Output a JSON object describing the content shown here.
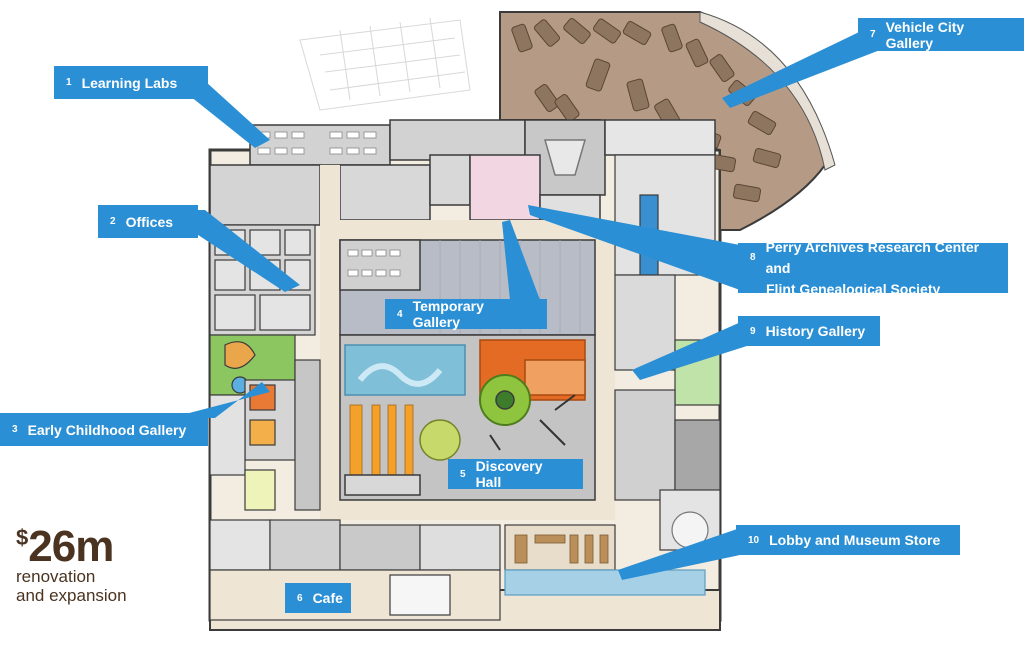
{
  "callouts": [
    {
      "id": "learning-labs",
      "number": "1",
      "label": "Learning Labs"
    },
    {
      "id": "offices",
      "number": "2",
      "label": "Offices"
    },
    {
      "id": "early-childhood-gallery",
      "number": "3",
      "label": "Early Childhood Gallery"
    },
    {
      "id": "temporary-gallery",
      "number": "4",
      "label": "Temporary Gallery"
    },
    {
      "id": "discovery-hall",
      "number": "5",
      "label": "Discovery Hall"
    },
    {
      "id": "cafe",
      "number": "6",
      "label": "Cafe"
    },
    {
      "id": "vehicle-city-gallery",
      "number": "7",
      "label": "Vehicle City Gallery"
    },
    {
      "id": "perry-archives",
      "number": "8",
      "label_line1": "Perry Archives Research Center and",
      "label_line2": "Flint Genealogical Society"
    },
    {
      "id": "history-gallery",
      "number": "9",
      "label": "History Gallery"
    },
    {
      "id": "lobby-museum-store",
      "number": "10",
      "label": "Lobby and Museum Store"
    }
  ],
  "cost": {
    "currency": "$",
    "amount": "26m",
    "line1": "renovation",
    "line2": "and expansion"
  },
  "colors": {
    "callout": "#2a8fd4",
    "wall": "#3b3b3b",
    "floor_tan": "#efe5d4",
    "floor_grey": "#c8c8c8",
    "vehicle_gallery": "#b59b85",
    "temporary_gallery": "#b7bcc6",
    "archives_pink": "#f2d7e3",
    "cost_text": "#4a3320"
  }
}
